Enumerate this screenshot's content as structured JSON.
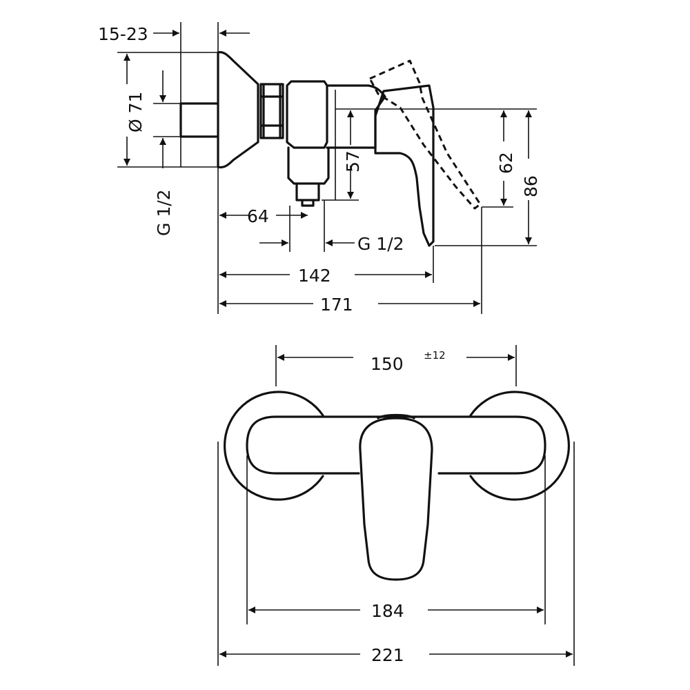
{
  "side_view": {
    "wall_thickness": "15-23",
    "rosette_diameter": "Ø 71",
    "inlet_thread": "G 1/2",
    "depth_to_outlet": "64",
    "outlet_thread": "G 1/2",
    "outlet_height": "57",
    "lever_depth": "142",
    "total_depth": "171",
    "lever_height": "62",
    "total_height": "86"
  },
  "front_view": {
    "center_distance": "150",
    "center_tolerance": "±12",
    "body_width": "184",
    "total_width": "221"
  }
}
